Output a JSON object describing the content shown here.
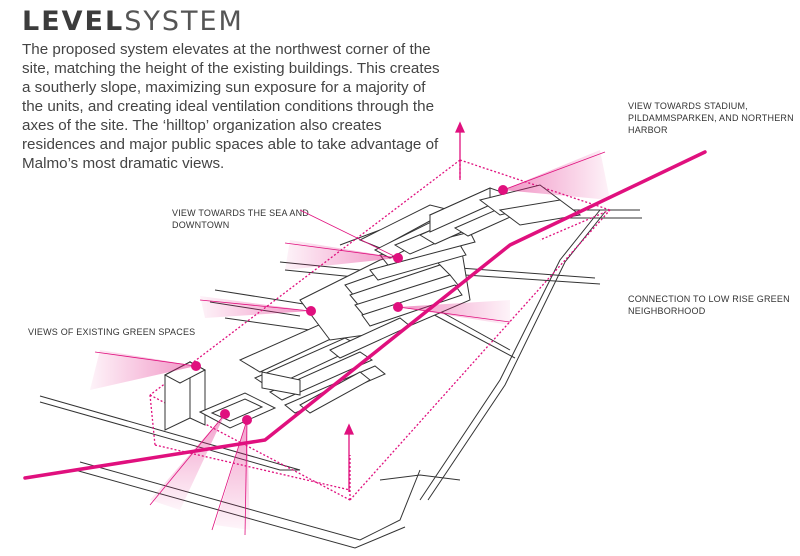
{
  "title": {
    "bold": "LEVEL",
    "light": "SYSTEM"
  },
  "intro": "The proposed system elevates at the northwest corner of the site, matching the height of the existing buildings.  This creates a southerly slope, maximizing sun exposure for a majority of the units, and creating ideal ventilation conditions through the axes of the site. The ‘hilltop’ organization also creates residences and major public spaces able to take advantage of Malmo’s most dramatic views.",
  "labels": {
    "stadium": "VIEW TOWARDS STADIUM, PILDAMMSPARKEN, AND NORTHERN HARBOR",
    "sea": "VIEW TOWARDS THE SEA AND DOWNTOWN",
    "connection": "CONNECTION TO LOW RISE GREEN NEIGHBORHOOD",
    "green": "VIEWS OF EXISTING GREEN SPACES"
  },
  "colors": {
    "accent": "#e0107e",
    "lines": "#333333",
    "text": "#444444"
  }
}
